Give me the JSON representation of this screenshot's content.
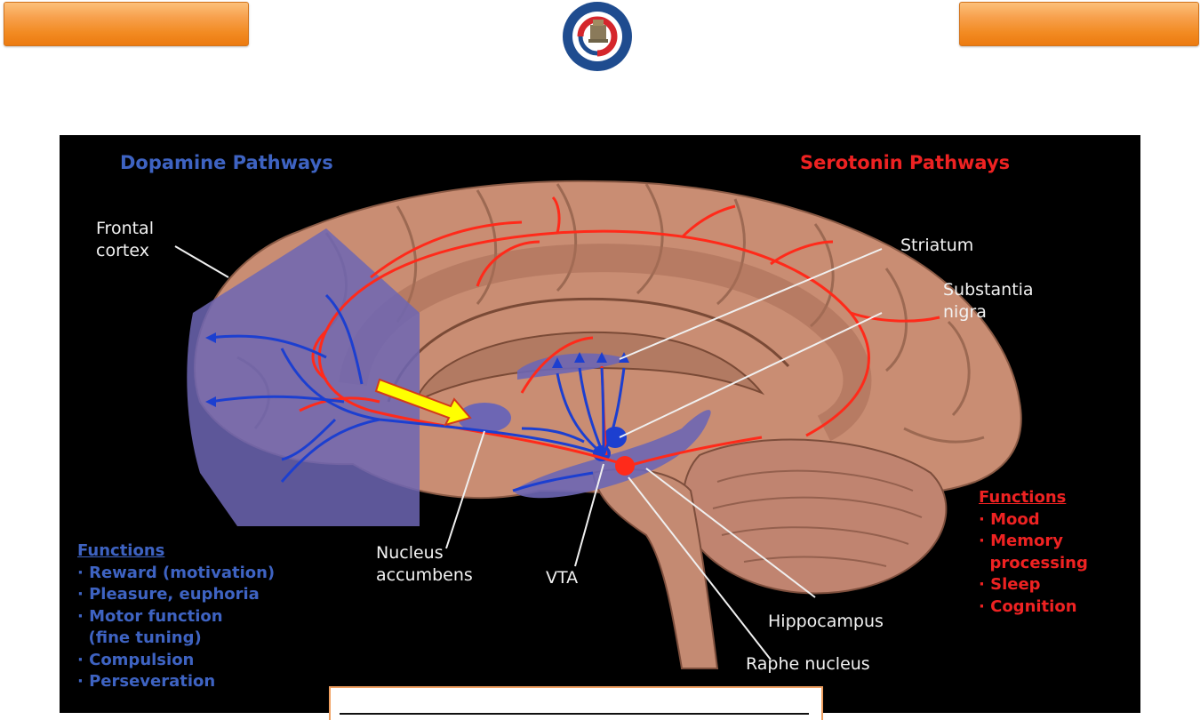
{
  "dopamine_title": "Dopamine Pathways",
  "serotonin_title": "Serotonin Pathways",
  "labels": {
    "frontal_cortex": [
      "Frontal",
      "cortex"
    ],
    "striatum": "Striatum",
    "substantia_nigra": [
      "Substantia",
      "nigra"
    ],
    "nucleus_accumbens": [
      "Nucleus",
      "accumbens"
    ],
    "vta": "VTA",
    "hippocampus": "Hippocampus",
    "raphe_nucleus": "Raphe nucleus"
  },
  "dopamine_functions": {
    "heading": "Functions",
    "items": [
      "· Reward (motivation)",
      "· Pleasure, euphoria",
      "· Motor function",
      "  (fine tuning)",
      "· Compulsion",
      "· Perseveration"
    ]
  },
  "serotonin_functions": {
    "heading": "Functions",
    "items": [
      "· Mood",
      "· Memory",
      "  processing",
      "· Sleep",
      "· Cognition"
    ]
  },
  "caption": "",
  "colors": {
    "dopamine": "#1c3fd0",
    "serotonin": "#ff2a1a",
    "tab_orange": "#f28b22",
    "brain": "#c98d73",
    "dopamine_region": "#6d66b4",
    "caption_border": "#f0a061"
  }
}
